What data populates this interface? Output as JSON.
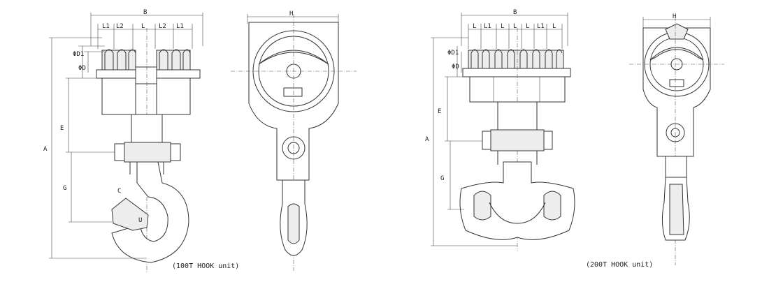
{
  "hook100": {
    "caption": "(100T HOOK unit)",
    "dims": {
      "B": "B",
      "L1a": "L1",
      "L2a": "L2",
      "L": "L",
      "L2b": "L2",
      "L1b": "L1",
      "D1": "ΦD1",
      "D": "ΦD",
      "A": "A",
      "E": "E",
      "G": "G",
      "C": "C",
      "U": "U",
      "H": "H"
    }
  },
  "hook200": {
    "caption": "(200T HOOK unit)",
    "dims": {
      "B": "B",
      "L1a": "L",
      "L1b": "L1",
      "L1c": "L",
      "L1d": "L",
      "L1e": "L",
      "L1f": "L1",
      "L1g": "L",
      "D1": "ΦD1",
      "D": "ΦD",
      "A": "A",
      "E": "E",
      "G": "G",
      "H": "H"
    }
  }
}
